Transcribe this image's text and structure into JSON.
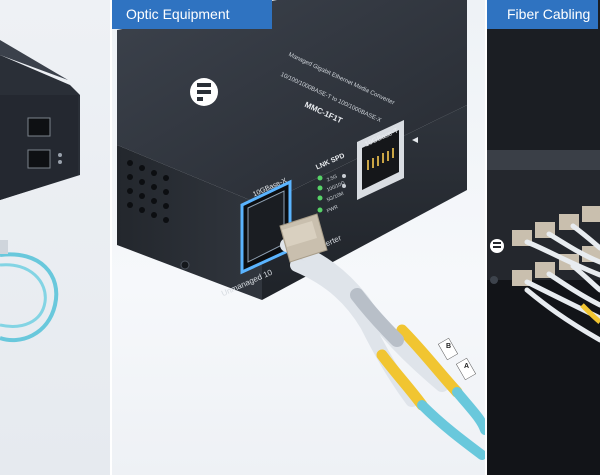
{
  "panels": {
    "center": {
      "label": "Optic Equipment"
    },
    "right": {
      "label": "Fiber Cabling"
    }
  },
  "device": {
    "model": "MMC-1F1T",
    "spec_line1": "10/100/1000BASE-T to 100/1000BASE-X",
    "spec_line2": "Managed Gigabit Ethernet Media Converter",
    "port_sfp_label": "10GBase-X",
    "port_rj45_label": "10GBase-T",
    "led_header": "LNK SPD",
    "led_items": [
      "2.5G",
      "100/10G",
      "5G/10M",
      "PWR"
    ],
    "front_text": "Unmanaged 10",
    "front_text2": "erter",
    "cable_tag_a": "A",
    "cable_tag_b": "B"
  },
  "colors": {
    "accent": "#2f73c1",
    "device_body": "#2b2f36",
    "sfp_highlight": "#5ab4ff",
    "fiber_aqua": "#69c8dc",
    "fiber_yellow": "#f1c531",
    "connector_beige": "#c9bfae"
  }
}
